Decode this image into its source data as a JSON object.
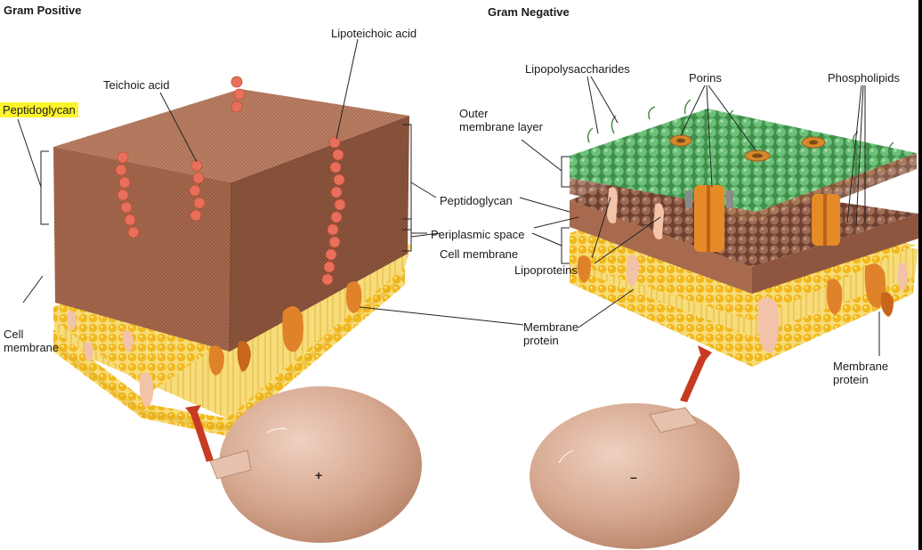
{
  "gram_positive": {
    "title": "Gram Positive",
    "labels": {
      "peptidoglycan": "Peptidoglycan",
      "teichoic_acid": "Teichoic acid",
      "lipoteichoic_acid": "Lipoteichoic acid",
      "cell_membrane_line1": "Cell",
      "cell_membrane_line2": "membrane"
    },
    "sign": "+"
  },
  "shared_labels": {
    "peptidoglycan": "Peptidoglycan",
    "periplasmic_space": "Periplasmic space",
    "cell_membrane": "Cell membrane",
    "membrane_protein_line1": "Membrane",
    "membrane_protein_line2": "protein"
  },
  "gram_negative": {
    "title": "Gram Negative",
    "labels": {
      "lipopolysaccharides": "Lipopolysaccharides",
      "porins": "Porins",
      "phospholipids": "Phospholipids",
      "outer_membrane_line1": "Outer",
      "outer_membrane_line2": "membrane layer",
      "lipoproteins": "Lipoproteins",
      "membrane_protein_line1": "Membrane",
      "membrane_protein_line2": "protein"
    },
    "sign": "–"
  },
  "colors": {
    "peptidoglycan": "#a86a4e",
    "lipid_heads": "#f2b81c",
    "lipid_tails": "#f7dc7a",
    "outer_membrane": "#5fb46a",
    "protein": "#e0822a",
    "teichoic": "#e8705a",
    "cell_body": "#d6a890",
    "arrow": "#c83a22",
    "highlight": "#fdf52a"
  },
  "icons": {
    "arrow_up": "red-arrow-icon",
    "cell": "bacterial-cell-icon"
  }
}
